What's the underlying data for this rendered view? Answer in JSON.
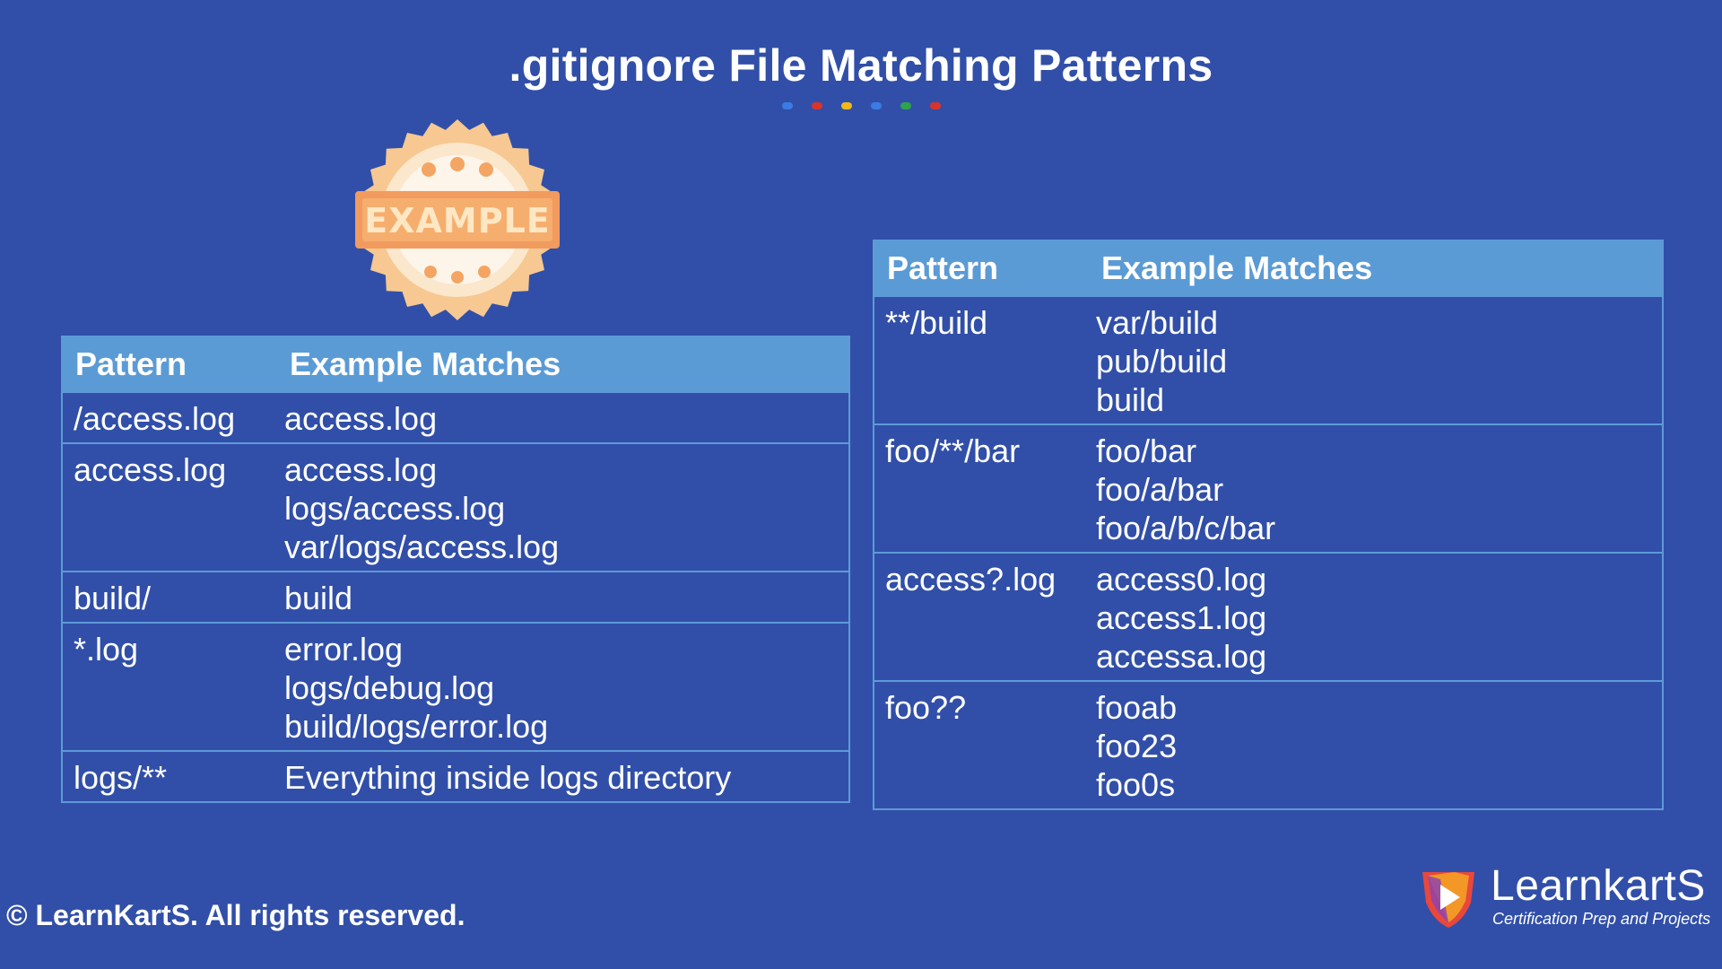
{
  "title": ".gitignore File Matching Patterns",
  "dot_colors": [
    "#3b7be4",
    "#d9342b",
    "#f1b81a",
    "#3b7be4",
    "#2ea24c",
    "#d9342b"
  ],
  "badge": {
    "text": "EXAMPLE"
  },
  "left_table": {
    "headers": {
      "pattern": "Pattern",
      "matches": "Example Matches"
    },
    "rows": [
      {
        "pattern": "/access.log",
        "matches": [
          "access.log"
        ]
      },
      {
        "pattern": "access.log",
        "matches": [
          "access.log",
          "logs/access.log",
          "var/logs/access.log"
        ]
      },
      {
        "pattern": "build/",
        "matches": [
          "build"
        ]
      },
      {
        "pattern": "*.log",
        "matches": [
          "error.log",
          "logs/debug.log",
          "build/logs/error.log"
        ]
      },
      {
        "pattern": "logs/**",
        "matches": [
          "Everything inside logs directory"
        ]
      }
    ]
  },
  "right_table": {
    "headers": {
      "pattern": "Pattern",
      "matches": "Example Matches"
    },
    "rows": [
      {
        "pattern": "**/build",
        "matches": [
          "var/build",
          "pub/build",
          "build"
        ]
      },
      {
        "pattern": "foo/**/bar",
        "matches": [
          "foo/bar",
          "foo/a/bar",
          "foo/a/b/c/bar"
        ]
      },
      {
        "pattern": "access?.log",
        "matches": [
          "access0.log",
          "access1.log",
          "accessa.log"
        ]
      },
      {
        "pattern": "foo??",
        "matches": [
          "fooab",
          "foo23",
          "foo0s"
        ]
      }
    ]
  },
  "footer": {
    "copyright": "© LearnKartS. All rights reserved."
  },
  "logo": {
    "name": "LearnkartS",
    "tagline": "Certification Prep and Projects"
  }
}
